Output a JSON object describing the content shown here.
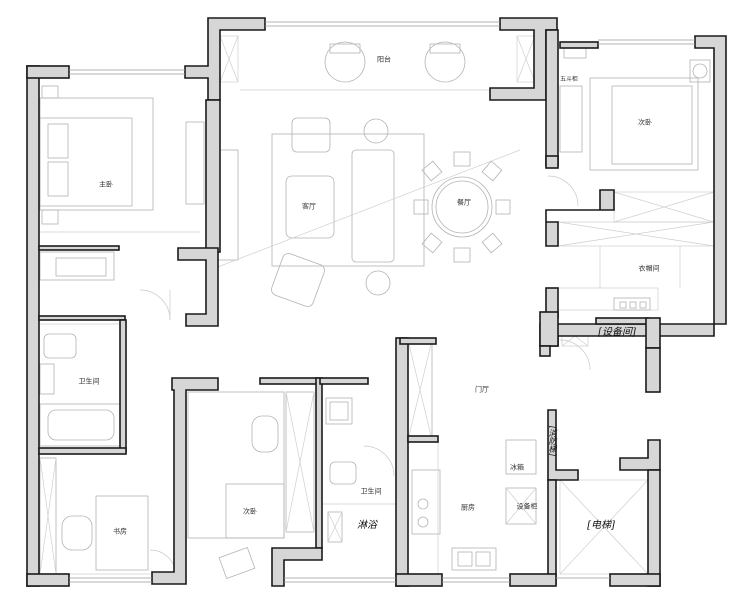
{
  "rooms": {
    "balcony": "阳台",
    "living": "客厅",
    "dining": "餐厅",
    "master_bedroom": "主卧",
    "second_bedroom_ne": "次卧",
    "five_drawer": "五斗柜",
    "walk_in_closet": "衣帽间",
    "equipment_room": "[设备间]",
    "bathroom_w": "卫生间",
    "study": "书房",
    "second_bedroom_s": "次卧",
    "bathroom_s": "卫生间",
    "shower": "淋浴",
    "entrance": "门厅",
    "kitchen": "厨房",
    "fridge": "冰箱",
    "equipment_cabinet": "设备柜",
    "fire_stair": "[消防梯]",
    "elevator": "[电梯]"
  }
}
